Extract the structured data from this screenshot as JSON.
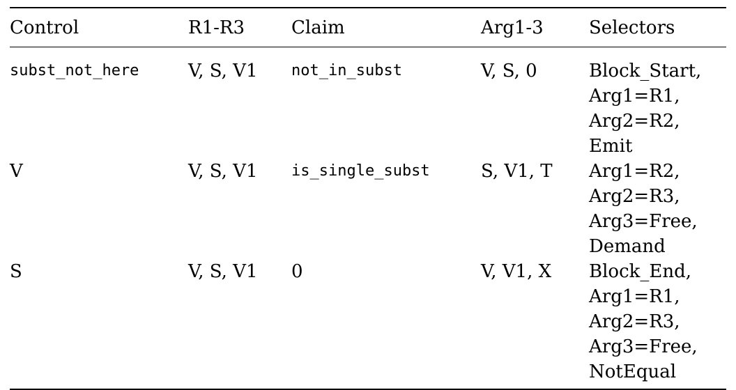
{
  "table": {
    "headers": [
      "Control",
      "R1-R3",
      "Claim",
      "Arg1-3",
      "Selectors"
    ],
    "rows": [
      {
        "control": "subst_not_here",
        "r1_r3": "V, S, V1",
        "claim": "not_in_subst",
        "arg1_3": "V, S, 0",
        "selectors": [
          "Block_Start,",
          "Arg1=R1,",
          "Arg2=R2,",
          "Emit"
        ]
      },
      {
        "control": "V",
        "r1_r3": "V, S, V1",
        "claim": "is_single_subst",
        "arg1_3": "S, V1, T",
        "selectors": [
          "Arg1=R2,",
          "Arg2=R3,",
          "Arg3=Free,",
          "Demand"
        ]
      },
      {
        "control": "S",
        "r1_r3": "V, S, V1",
        "claim": "0",
        "arg1_3": "V, V1, X",
        "selectors": [
          "Block_End,",
          "Arg1=R1,",
          "Arg2=R3,",
          "Arg3=Free,",
          "NotEqual"
        ]
      }
    ]
  }
}
